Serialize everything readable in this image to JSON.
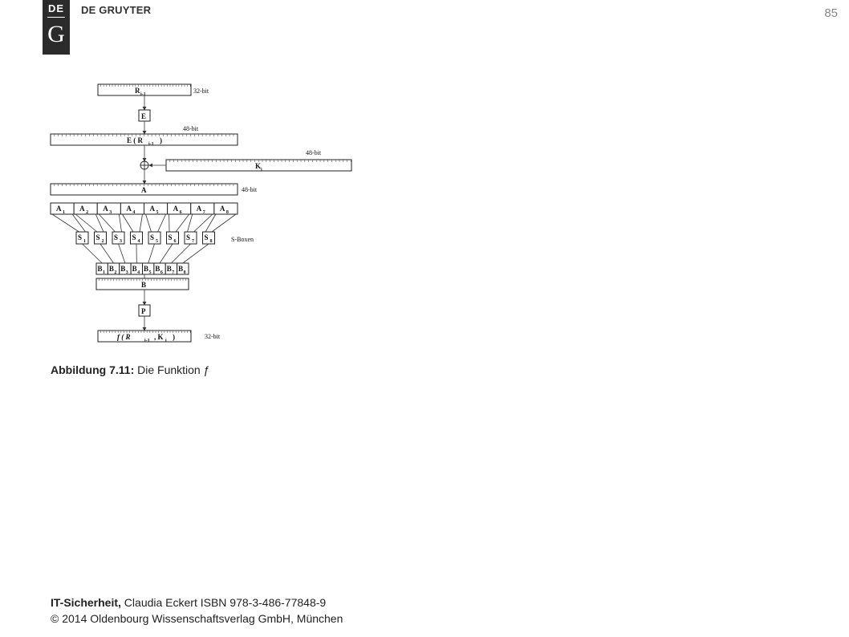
{
  "header": {
    "logo_top": "DE",
    "logo_bottom": "G",
    "publisher": "DE GRUYTER",
    "page_number": "85"
  },
  "figure": {
    "bit_32": "32-bit",
    "bit_48": "48-bit",
    "s_boxes_label": "S-Boxen",
    "r_label": "R",
    "r_sub": "i-1",
    "e_label": "E",
    "e_r_label": "E ( R",
    "e_r_close": ")",
    "k_label": "K",
    "k_sub": "i",
    "a_label": "A",
    "b_label": "B",
    "p_label": "P",
    "f_open": "f  ( R",
    "f_mid": ", K",
    "f_close": ")",
    "a_items": [
      {
        "l": "A",
        "n": "1"
      },
      {
        "l": "A",
        "n": "2"
      },
      {
        "l": "A",
        "n": "3"
      },
      {
        "l": "A",
        "n": "4"
      },
      {
        "l": "A",
        "n": "5"
      },
      {
        "l": "A",
        "n": "6"
      },
      {
        "l": "A",
        "n": "7"
      },
      {
        "l": "A",
        "n": "8"
      }
    ],
    "s_items": [
      {
        "l": "S",
        "n": "1"
      },
      {
        "l": "S",
        "n": "2"
      },
      {
        "l": "S",
        "n": "3"
      },
      {
        "l": "S",
        "n": "4"
      },
      {
        "l": "S",
        "n": "5"
      },
      {
        "l": "S",
        "n": "6"
      },
      {
        "l": "S",
        "n": "7"
      },
      {
        "l": "S",
        "n": "8"
      }
    ],
    "b_items": [
      {
        "l": "B",
        "n": "1"
      },
      {
        "l": "B",
        "n": "2"
      },
      {
        "l": "B",
        "n": "3"
      },
      {
        "l": "B",
        "n": "4"
      },
      {
        "l": "B",
        "n": "5"
      },
      {
        "l": "B",
        "n": "6"
      },
      {
        "l": "B",
        "n": "7"
      },
      {
        "l": "B",
        "n": "8"
      }
    ]
  },
  "caption": {
    "label": "Abbildung 7.11:",
    "text": "Die Funktion ƒ"
  },
  "footer": {
    "title": "IT-Sicherheit,",
    "line1_rest": " Claudia Eckert ISBN 978-3-486-77848-9",
    "line2": "© 2014 Oldenbourg Wissenschaftsverlag GmbH, München"
  }
}
